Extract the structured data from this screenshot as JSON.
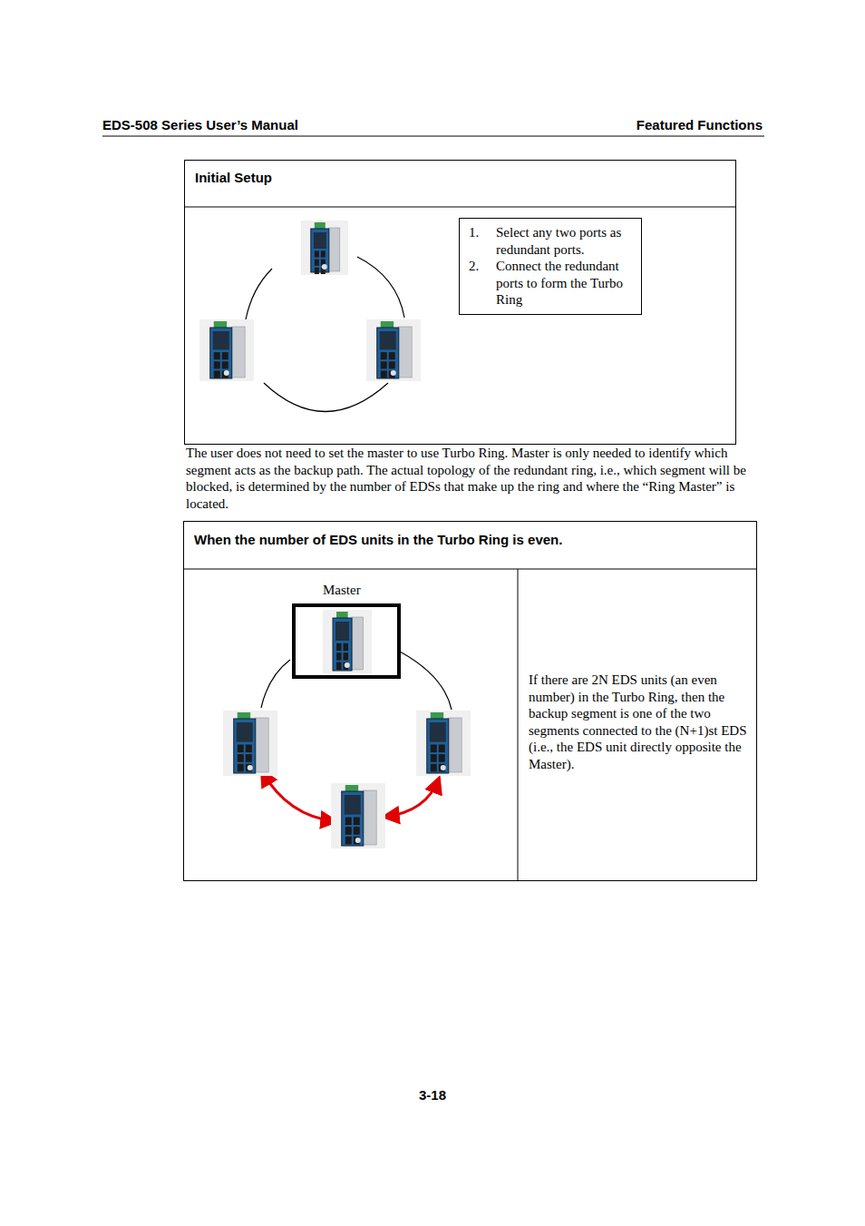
{
  "diagram": {
    "nodes": [
      {
        "text": [
          "Initial Setup"
        ]
      },
      {
        "text": [
          "1.",
          "Select any two ports as redundant ports.",
          "2.",
          "Connect the redundant ports to form the Turbo Ring"
        ],
        "in": 0
      },
      {
        "text": [
          "When the number of EDS units in the Turbo Ring is even."
        ]
      },
      {
        "text": [
          "Master"
        ],
        "in": 2
      },
      {
        "text": [
          "If there are 2N EDS units (an even number) in the Turbo Ring, then the backup segment is one of the two segments connected to the (N+1)st EDS (i.e., the EDS unit directly opposite the Master)."
        ],
        "in": 2
      }
    ],
    "labels": [
      "EDS-508 Series User’s Manual",
      "Featured Functions",
      "The user does not need to set the master to use Turbo Ring. Master is only needed to identify which segment acts as the backup path. The actual topology of the redundant ring, i.e., which segment will be blocked, is determined by the number of EDSs that make up the ring and where the “Ring Master” is located.",
      "3-18"
    ]
  }
}
